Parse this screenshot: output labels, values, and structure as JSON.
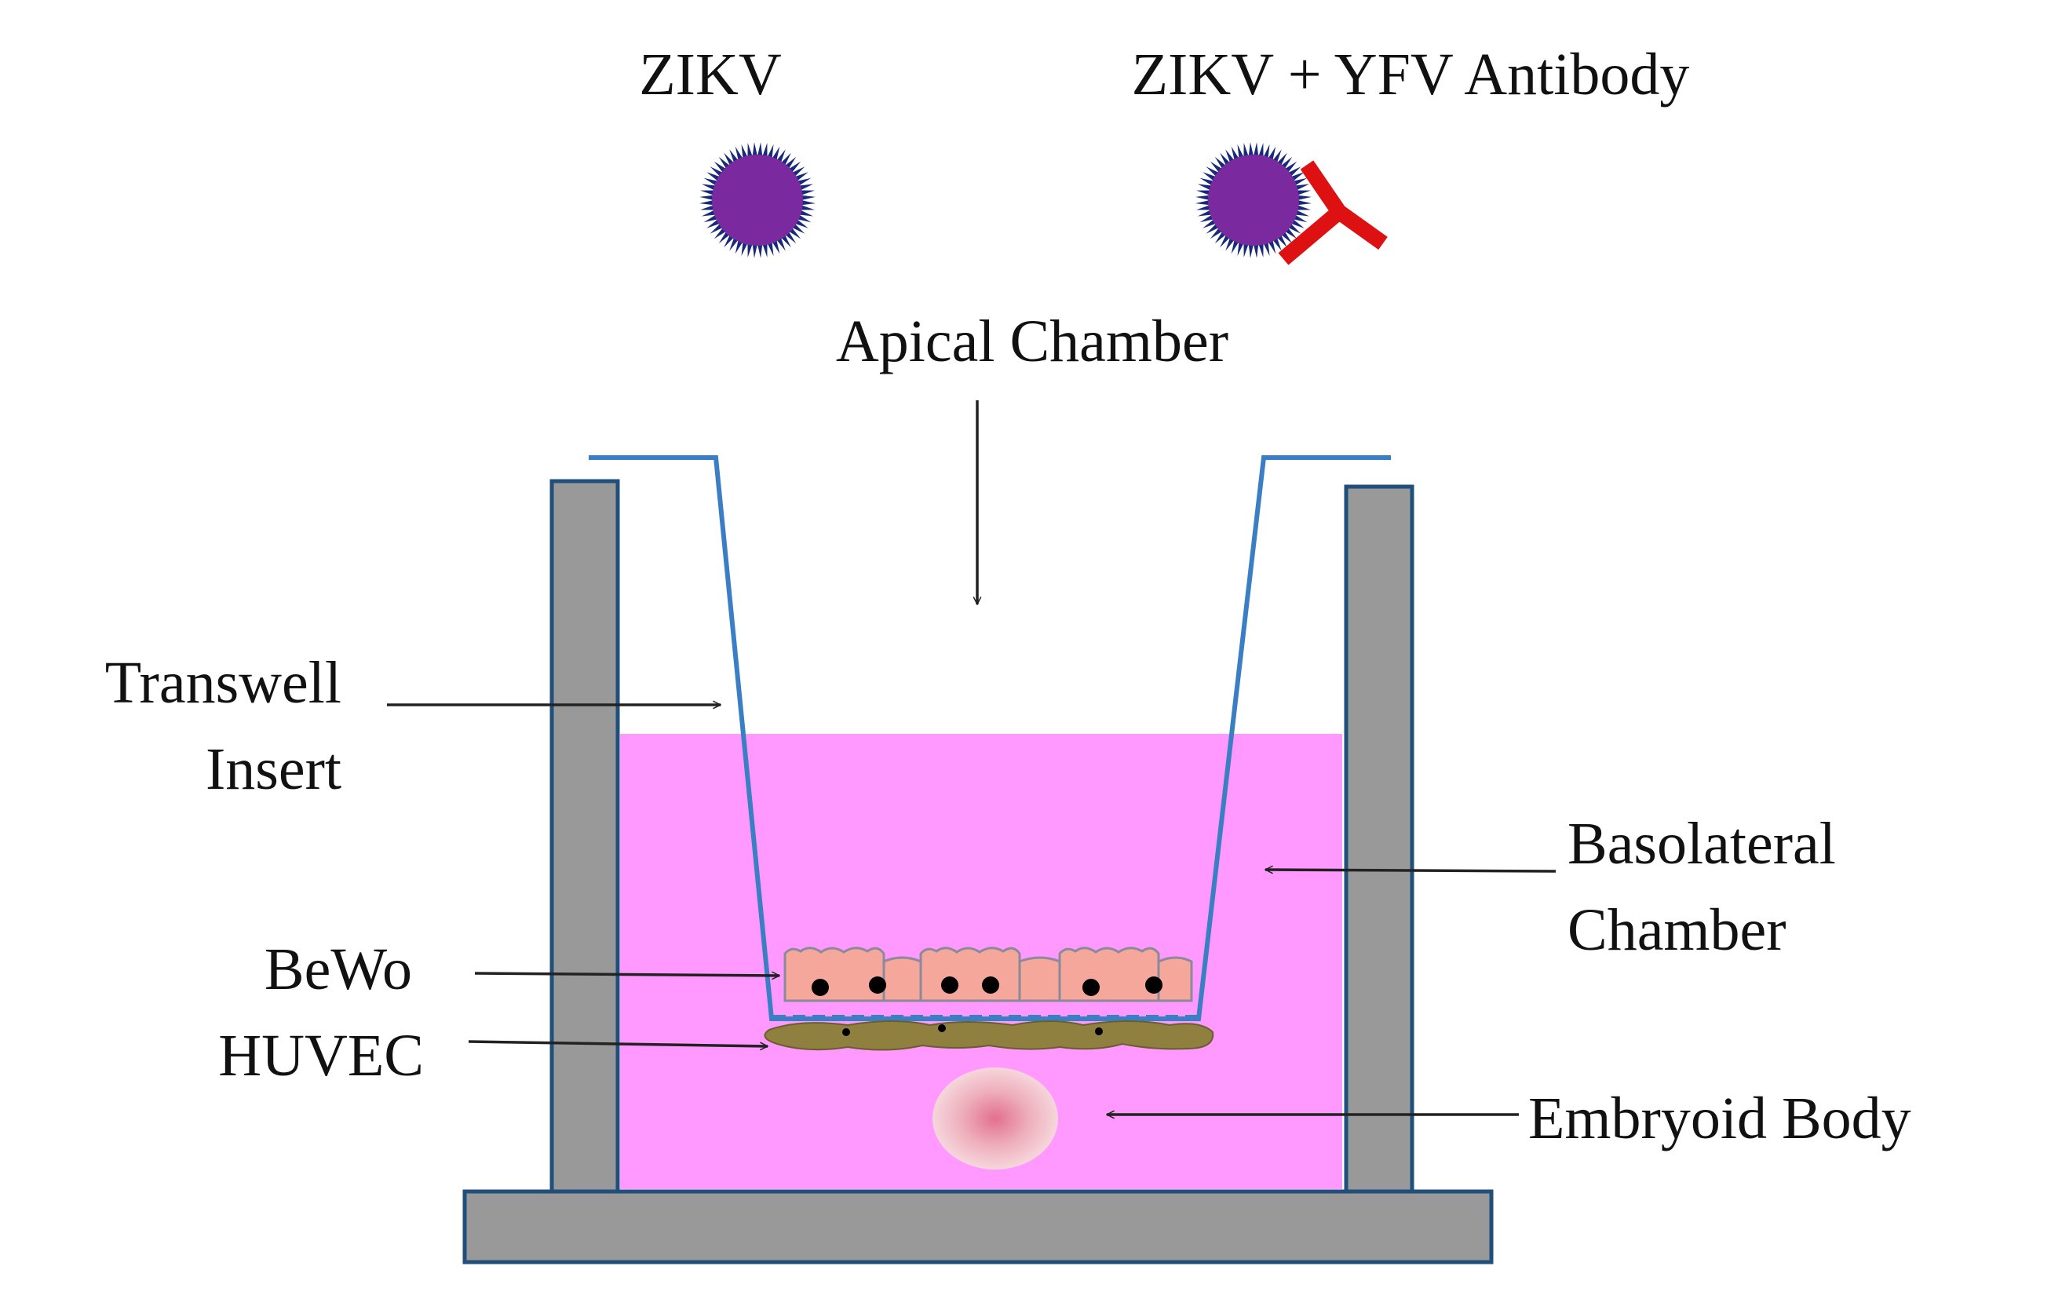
{
  "labels": {
    "zikv": "ZIKV",
    "zikv_antibody": "ZIKV + YFV Antibody",
    "apical_chamber": "Apical Chamber",
    "transwell_line1": "Transwell",
    "transwell_line2": "Insert",
    "basolateral_line1": "Basolateral",
    "basolateral_line2": "Chamber",
    "bewo": "BeWo",
    "huvec": "HUVEC",
    "embryoid_body": "Embryoid Body"
  },
  "colors": {
    "medium": "#ff99ff",
    "well_wall": "#999999",
    "well_border": "#1f4f7a",
    "insert": "#3a7fc4",
    "virus_fill": "#7a2a9e",
    "virus_spikes": "#1a2a7a",
    "antibody": "#dd1111",
    "bewo_cell": "#f4a79a",
    "huvec_cell": "#8f8040",
    "embryoid_center": "#e3708e",
    "embryoid_edge": "#f6d6dc"
  },
  "icons": {
    "virus": "zika-virus-particle-icon",
    "antibody": "y-shaped-antibody-icon"
  }
}
